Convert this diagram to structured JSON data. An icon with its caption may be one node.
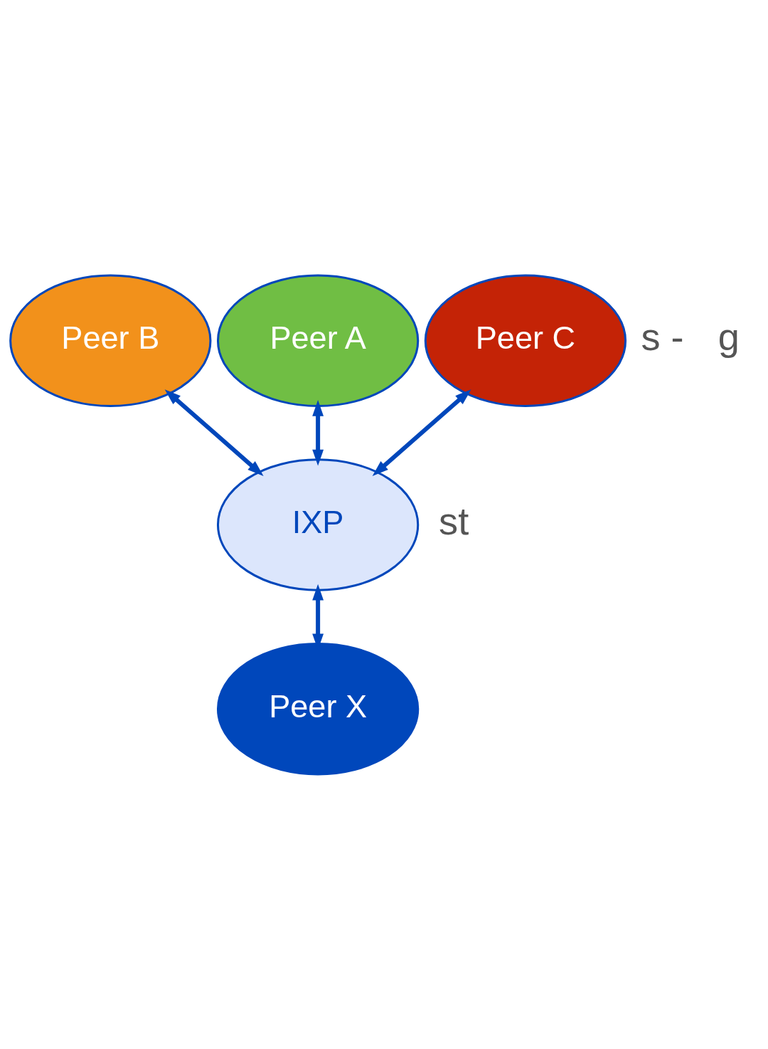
{
  "diagram": {
    "nodes": [
      {
        "text": [
          "Peer B"
        ]
      },
      {
        "text": [
          "Peer A"
        ]
      },
      {
        "text": [
          "Peer C"
        ]
      },
      {
        "text": [
          "IXP"
        ]
      },
      {
        "text": [
          "Peer X"
        ]
      }
    ],
    "edges": [
      {
        "from": 1,
        "to": 3,
        "arrow": "both"
      },
      {
        "from": 0,
        "to": 3,
        "arrow": "both"
      },
      {
        "from": 2,
        "to": 3,
        "arrow": "both"
      },
      {
        "from": 3,
        "to": 4,
        "arrow": "both"
      }
    ],
    "labels": [
      "s -",
      "g",
      "st"
    ]
  }
}
